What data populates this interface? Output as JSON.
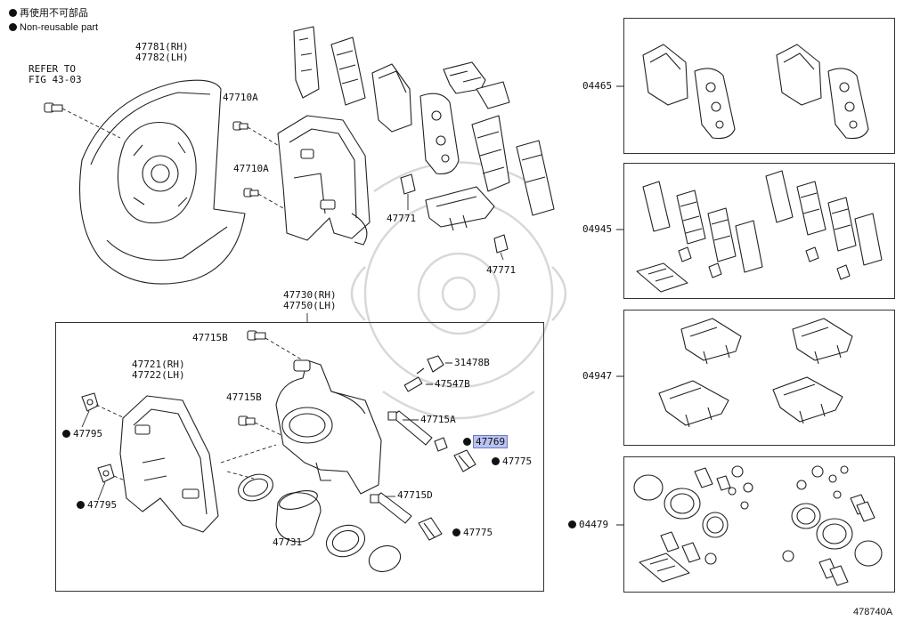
{
  "legend": {
    "line1": "再使用不可部品",
    "line2": "Non-reusable part"
  },
  "refer": {
    "line1": "REFER TO",
    "line2": "FIG 43-03"
  },
  "parts": {
    "p47781": "47781(RH)",
    "p47782": "47782(LH)",
    "p47710a_top": "47710A",
    "p47710a_mid": "47710A",
    "p47771_left": "47771",
    "p47771_right": "47771",
    "p47730": "47730(RH)",
    "p47750": "47750(LH)",
    "p47715b_top": "47715B",
    "p47721": "47721(RH)",
    "p47722": "47722(LH)",
    "p47795_top": "47795",
    "p47795_bot": "47795",
    "p47715b_mid": "47715B",
    "p31478b": "31478B",
    "p47547b": "47547B",
    "p47715a": "47715A",
    "p47769": "47769",
    "p47775_top": "47775",
    "p47715d": "47715D",
    "p47731": "47731",
    "p47775_bot": "47775"
  },
  "kits": {
    "k04465": "04465",
    "k04945": "04945",
    "k04947": "04947",
    "k04479": "04479"
  },
  "figure_code": "478740A",
  "colors": {
    "highlight": "#b9c2f0",
    "line": "#222222",
    "watermark": "#d8d8d8"
  }
}
